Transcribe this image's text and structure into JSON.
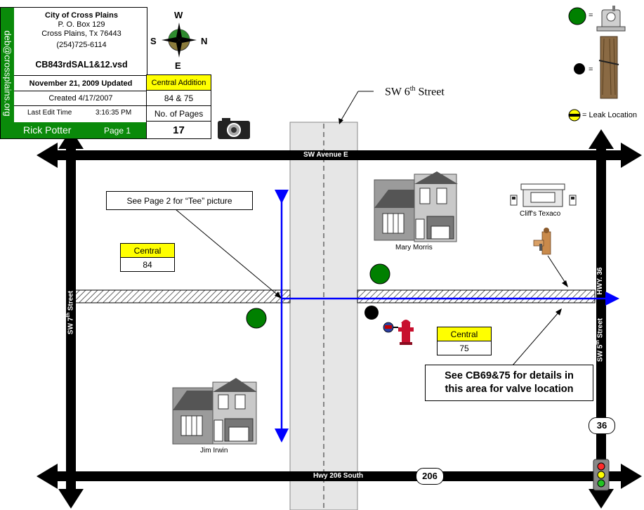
{
  "title_block": {
    "org_name": "City of Cross Plains",
    "address_line1": "P. O. Box 129",
    "address_line2": "Cross Plains, Tx  76443",
    "phone": "(254)725-6114",
    "file_name": "CB843rdSAL1&12.vsd",
    "updated": "November 21, 2009 Updated",
    "created": "Created 4/17/2007",
    "last_edit_label": "Last Edit Time",
    "last_edit_time": "3:16:35 PM",
    "author": "Rick Potter",
    "page": "Page 1",
    "email": "deb@crossplains.org",
    "section_label": "Central Addition",
    "section_numbers": "84 & 75",
    "pages_label": "No. of Pages",
    "pages_count": "17"
  },
  "compass": {
    "w": "W",
    "s": "S",
    "n": "N",
    "e": "E"
  },
  "legend": {
    "green_eq": "=",
    "black_eq": "=",
    "leak_label": "= Leak Location"
  },
  "streets": {
    "sw6": "SW 6",
    "sw6_sup": "th",
    "sw6_suffix": " Street",
    "avenue_e": "SW Avenue E",
    "hwy206": "Hwy 206 South",
    "sw7": "SW 7",
    "sw7_sup": "th",
    "sw7_suffix": " Street",
    "sw5": "SW 5",
    "sw5_sup": "th",
    "sw5_suffix": " Street",
    "hwy36": "HWY. 36"
  },
  "shields": {
    "hwy36": "36",
    "hwy206": "206"
  },
  "callouts": {
    "tee": "See Page 2 for “Tee” picture",
    "cb_line1": "See CB69&75 for details in",
    "cb_line2": "this area for valve location"
  },
  "sections": [
    {
      "label": "Central",
      "number": "84"
    },
    {
      "label": "Central",
      "number": "75"
    }
  ],
  "places": {
    "mary_morris": "Mary Morris",
    "jim_irwin": "Jim Irwin",
    "cliffs_texaco": "Cliff's Texaco"
  },
  "colors": {
    "road": "#000000",
    "sw6_street": "#e6e6e6",
    "water_line": "#0000ff",
    "marker_green": "#008000",
    "leak_yellow": "#ffff00",
    "section_header": "#ffff00",
    "title_green": "#0a8a0a"
  }
}
